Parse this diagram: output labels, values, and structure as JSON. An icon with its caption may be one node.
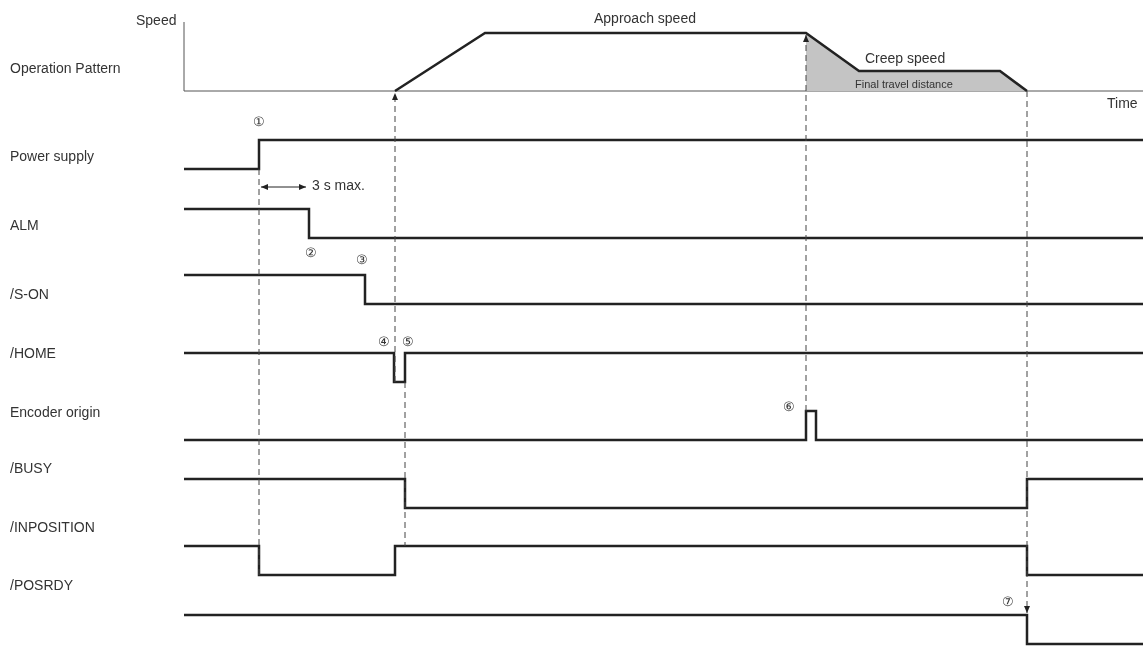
{
  "diagram": {
    "labels": [
      "Speed",
      "Operation Pattern",
      "Approach speed",
      "Creep speed",
      "Final travel distance",
      "Time",
      "①",
      "Power supply",
      "3 s max.",
      "ALM",
      "②",
      "③",
      "/S-ON",
      "④",
      "⑤",
      "/HOME",
      "⑥",
      "Encoder origin",
      "/BUSY",
      "/INPOSITION",
      "⑦",
      "/POSRDY"
    ]
  }
}
